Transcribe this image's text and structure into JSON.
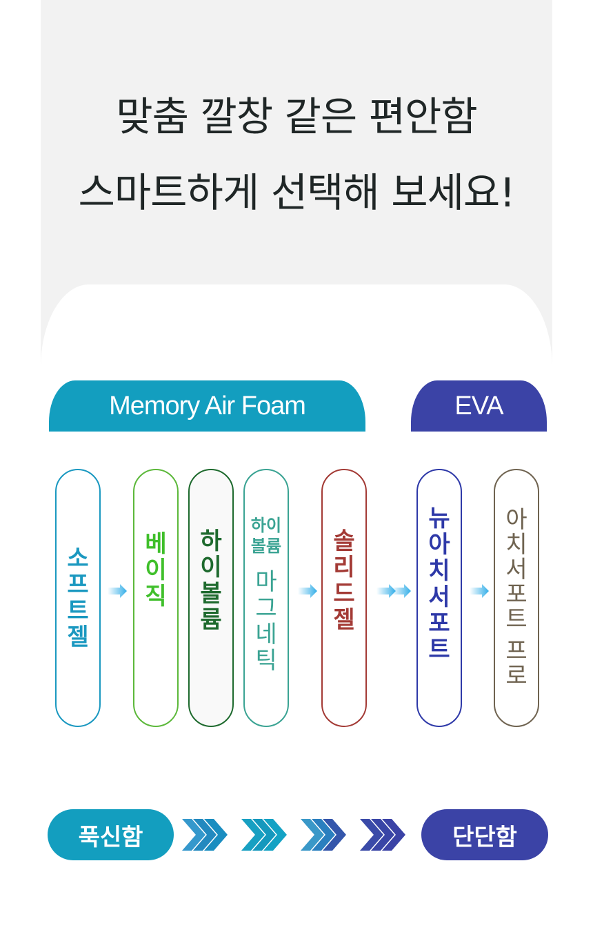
{
  "headline": {
    "line1": "맞춤 깔창 같은 편안함",
    "line2": "스마트하게 선택해 보세요!"
  },
  "categories": [
    {
      "label": "Memory Air Foam",
      "color": "#139ebf"
    },
    {
      "label": "EVA",
      "color": "#3b43a6"
    }
  ],
  "products": [
    {
      "name": "소프트젤",
      "chars": [
        "소",
        "프",
        "트",
        "젤"
      ],
      "color": "#1a98c0"
    },
    {
      "name": "베이직",
      "chars": [
        "베",
        "이",
        "직"
      ],
      "color": "#3fbf2a"
    },
    {
      "name": "하이볼륨",
      "chars": [
        "하",
        "이",
        "볼",
        "륨"
      ],
      "color": "#1e6a2e"
    },
    {
      "name": "하이볼륨 마그네틱",
      "prefix": [
        "하이",
        "볼륨"
      ],
      "chars": [
        "마",
        "그",
        "네",
        "틱"
      ],
      "color": "#3aa393"
    },
    {
      "name": "솔리드젤",
      "chars": [
        "솔",
        "리",
        "드",
        "젤"
      ],
      "color": "#a33a35"
    },
    {
      "name": "뉴아치서포트",
      "chars": [
        "뉴",
        "아",
        "치",
        "서",
        "포",
        "트"
      ],
      "color": "#2e39a8"
    },
    {
      "name": "아치서포트 프로",
      "chars": [
        "아",
        "치",
        "서",
        "포",
        "트",
        " ",
        "프",
        "로"
      ],
      "color": "#6f6350"
    }
  ],
  "scale": {
    "soft_label": "푹신함",
    "hard_label": "단단함"
  },
  "icons": {
    "arrow": "arrow-right-icon",
    "chevron": "chevron-right-icon"
  }
}
